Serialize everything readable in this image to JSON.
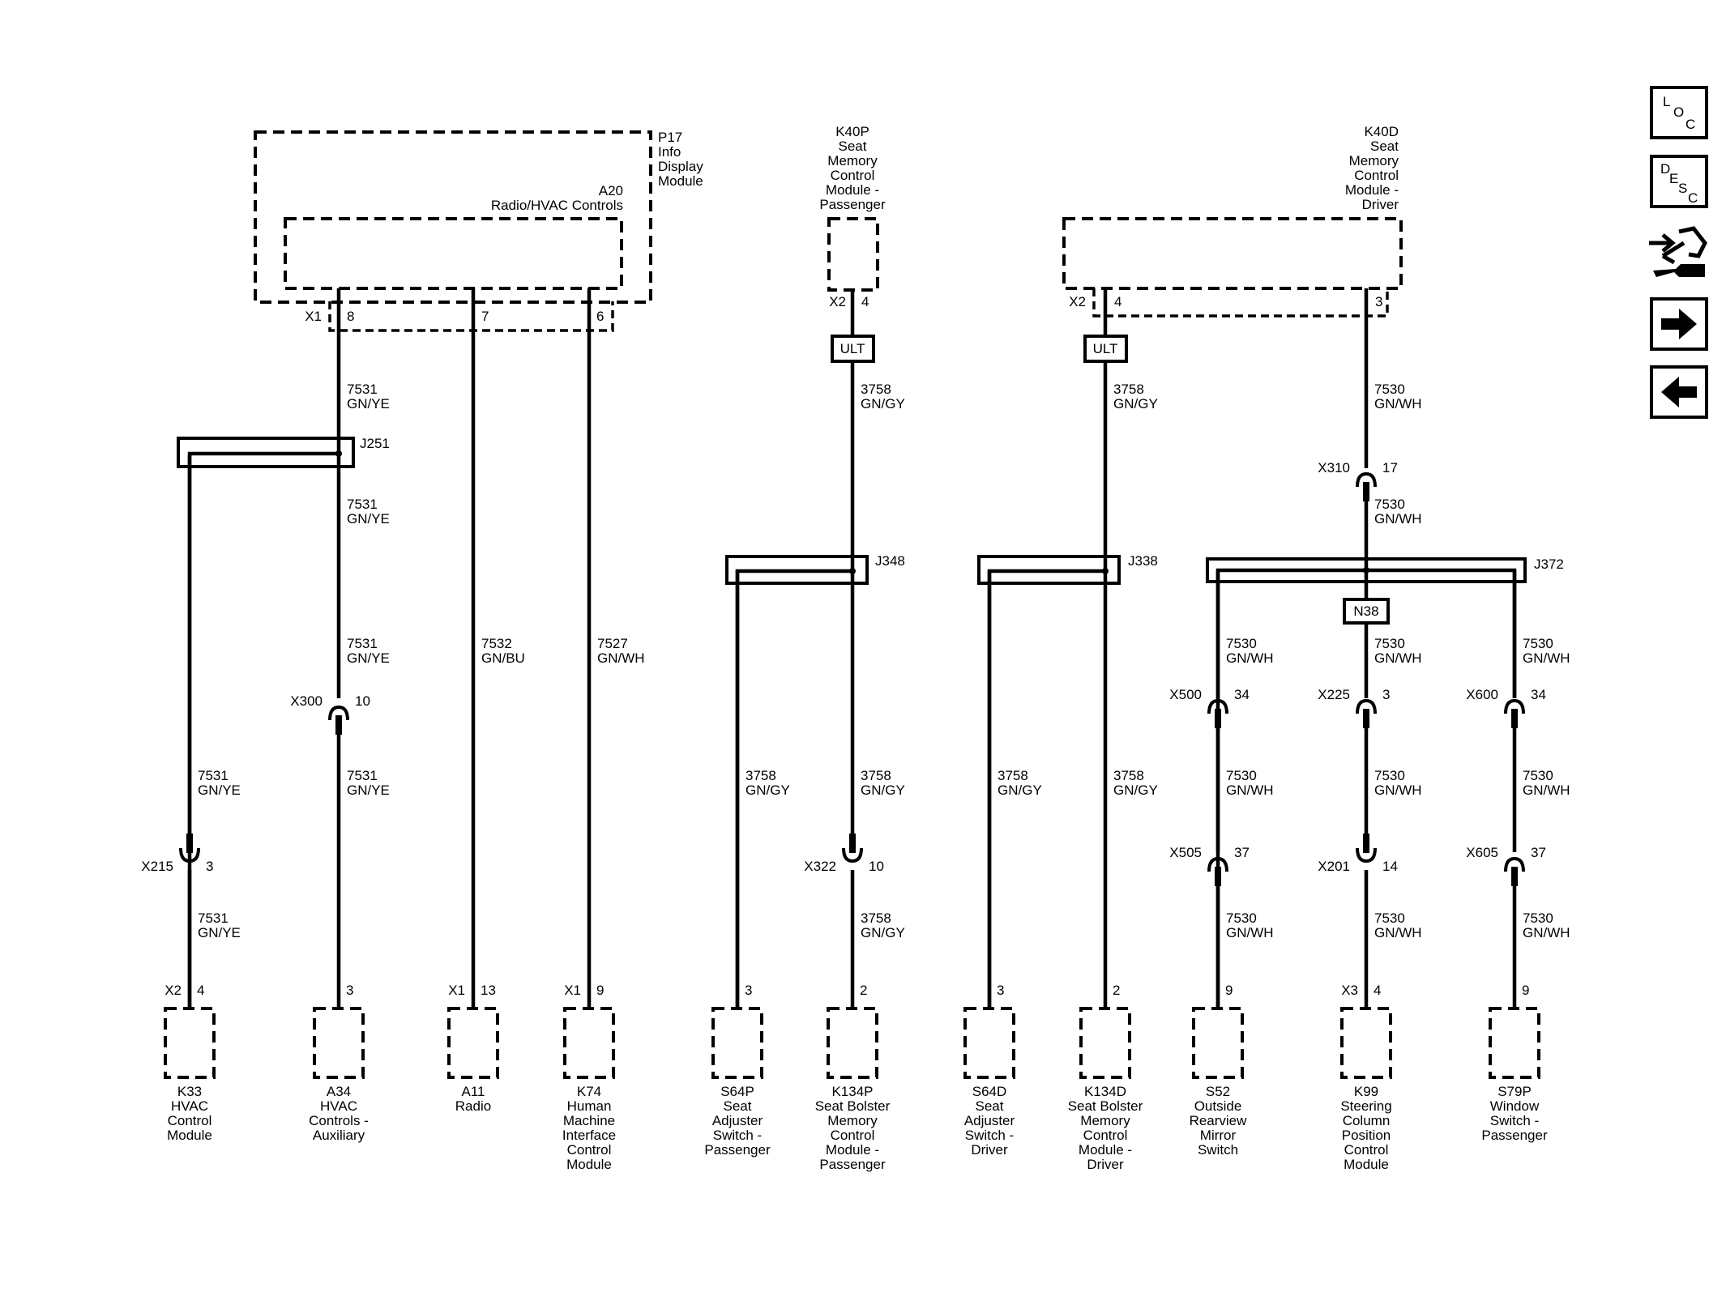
{
  "modules": {
    "p17": [
      "P17",
      "Info",
      "Display",
      "Module"
    ],
    "a20": [
      "A20",
      "Radio/HVAC Controls"
    ],
    "k40p": [
      "K40P",
      "Seat",
      "Memory",
      "Control",
      "Module -",
      "Passenger"
    ],
    "k40d": [
      "K40D",
      "Seat",
      "Memory",
      "Control",
      "Module -",
      "Driver"
    ]
  },
  "connector_labels": {
    "a20_x1": "X1",
    "a20_p8": "8",
    "a20_p7": "7",
    "a20_p6": "6",
    "k40p_x2": "X2",
    "k40p_p4": "4",
    "k40d_x2": "X2",
    "k40d_p4": "4",
    "k40d_p3": "3"
  },
  "inline_boxes": {
    "ult_p": "ULT",
    "ult_d": "ULT",
    "n38": "N38"
  },
  "splices": {
    "j251": "J251",
    "j348": "J348",
    "j338": "J338",
    "j372": "J372"
  },
  "wire_labels": {
    "w1": [
      "7531",
      "GN/YE"
    ],
    "w2": [
      "7531",
      "GN/YE"
    ],
    "w3": [
      "7531",
      "GN/YE"
    ],
    "w4": [
      "7531",
      "GN/YE"
    ],
    "w5": [
      "7531",
      "GN/YE"
    ],
    "w6": [
      "7531",
      "GN/YE"
    ],
    "w7": [
      "7532",
      "GN/BU"
    ],
    "w8": [
      "7527",
      "GN/WH"
    ],
    "w9": [
      "3758",
      "GN/GY"
    ],
    "w10": [
      "3758",
      "GN/GY"
    ],
    "w11": [
      "3758",
      "GN/GY"
    ],
    "w12": [
      "3758",
      "GN/GY"
    ],
    "w13": [
      "3758",
      "GN/GY"
    ],
    "w14": [
      "3758",
      "GN/GY"
    ],
    "w15": [
      "3758",
      "GN/GY"
    ],
    "w16": [
      "7530",
      "GN/WH"
    ],
    "w17": [
      "7530",
      "GN/WH"
    ],
    "w18": [
      "7530",
      "GN/WH"
    ],
    "w19": [
      "7530",
      "GN/WH"
    ],
    "w20": [
      "7530",
      "GN/WH"
    ],
    "w21": [
      "7530",
      "GN/WH"
    ],
    "w22": [
      "7530",
      "GN/WH"
    ],
    "w23": [
      "7530",
      "GN/WH"
    ],
    "w24": [
      "7530",
      "GN/WH"
    ],
    "w25": [
      "7530",
      "GN/WH"
    ],
    "w26": [
      "7530",
      "GN/WH"
    ]
  },
  "inline_connectors": {
    "x215": [
      "X215",
      "3"
    ],
    "x300": [
      "X300",
      "10"
    ],
    "x322": [
      "X322",
      "10"
    ],
    "x310": [
      "X310",
      "17"
    ],
    "x500": [
      "X500",
      "34"
    ],
    "x225": [
      "X225",
      "3"
    ],
    "x600": [
      "X600",
      "34"
    ],
    "x505": [
      "X505",
      "37"
    ],
    "x201": [
      "X201",
      "14"
    ],
    "x605": [
      "X605",
      "37"
    ]
  },
  "bottom_components": [
    {
      "conn": "X2",
      "pin": "4",
      "name": [
        "K33",
        "HVAC",
        "Control",
        "Module"
      ]
    },
    {
      "conn": "",
      "pin": "3",
      "name": [
        "A34",
        "HVAC",
        "Controls -",
        "Auxiliary"
      ]
    },
    {
      "conn": "X1",
      "pin": "13",
      "name": [
        "A11",
        "Radio"
      ]
    },
    {
      "conn": "X1",
      "pin": "9",
      "name": [
        "K74",
        "Human",
        "Machine",
        "Interface",
        "Control",
        "Module"
      ]
    },
    {
      "conn": "",
      "pin": "3",
      "name": [
        "S64P",
        "Seat",
        "Adjuster",
        "Switch -",
        "Passenger"
      ]
    },
    {
      "conn": "",
      "pin": "2",
      "name": [
        "K134P",
        "Seat Bolster",
        "Memory",
        "Control",
        "Module -",
        "Passenger"
      ]
    },
    {
      "conn": "",
      "pin": "3",
      "name": [
        "S64D",
        "Seat",
        "Adjuster",
        "Switch -",
        "Driver"
      ]
    },
    {
      "conn": "",
      "pin": "2",
      "name": [
        "K134D",
        "Seat Bolster",
        "Memory",
        "Control",
        "Module -",
        "Driver"
      ]
    },
    {
      "conn": "",
      "pin": "9",
      "name": [
        "S52",
        "Outside",
        "Rearview",
        "Mirror",
        "Switch"
      ]
    },
    {
      "conn": "X3",
      "pin": "4",
      "name": [
        "K99",
        "Steering",
        "Column",
        "Position",
        "Control",
        "Module"
      ]
    },
    {
      "conn": "",
      "pin": "9",
      "name": [
        "S79P",
        "Window",
        "Switch -",
        "Passenger"
      ]
    }
  ],
  "nav": {
    "loc": [
      "L",
      "O",
      "C"
    ],
    "desc": [
      "D",
      "E",
      "S",
      "C"
    ],
    "icons": [
      "connector-tool-icon",
      "arrow-right-icon",
      "arrow-left-icon"
    ]
  }
}
